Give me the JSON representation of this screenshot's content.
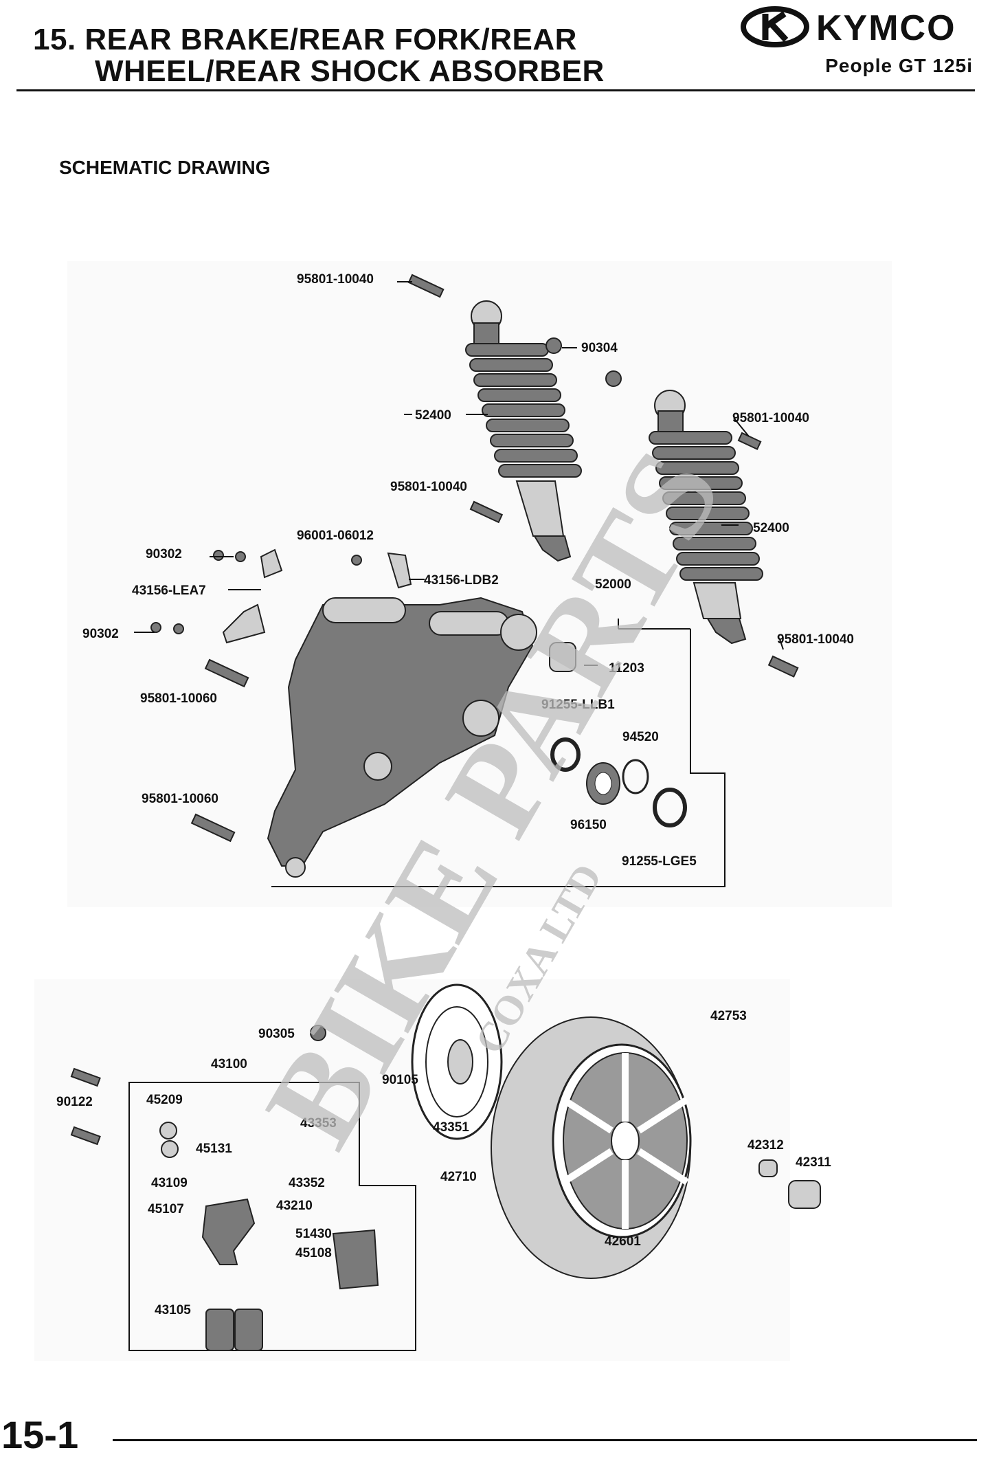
{
  "header": {
    "title_line1": "15. REAR BRAKE/REAR FORK/REAR",
    "title_line2": "WHEEL/REAR SHOCK ABSORBER",
    "brand": "KYMCO",
    "model": "People GT 125i"
  },
  "section_title": "SCHEMATIC DRAWING",
  "page_number": "15-1",
  "watermark": {
    "main": "BIKE PARTS",
    "sub": "COXA LTD"
  },
  "colors": {
    "ink": "#111111",
    "part_fill": "#7a7a7a",
    "watermark": "#bdbdbd"
  },
  "upper_diagram_labels": [
    "95801-10040",
    "90304",
    "52400",
    "95801-10040",
    "95801-10040",
    "96001-06012",
    "90302",
    "43156-LEA7",
    "43156-LDB2",
    "52000",
    "52400",
    "90302",
    "95801-10040",
    "11203",
    "95801-10060",
    "91255-LLB1",
    "94520",
    "95801-10060",
    "96150",
    "91255-LGE5"
  ],
  "lower_diagram_labels": [
    "42753",
    "90305",
    "43100",
    "90122",
    "45209",
    "90105",
    "43353",
    "43351",
    "45131",
    "42312",
    "42311",
    "43109",
    "43352",
    "42710",
    "45107",
    "43210",
    "51430",
    "45108",
    "42601",
    "43105"
  ]
}
